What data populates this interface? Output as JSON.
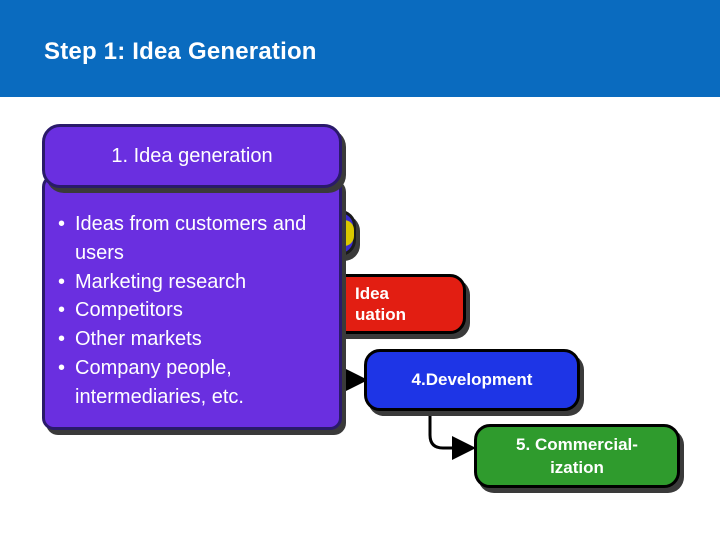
{
  "header": {
    "title": "Step 1:  Idea Generation"
  },
  "stages": [
    {
      "label": "1. Idea generation"
    },
    {
      "label": ""
    },
    {
      "label_lines": [
        "Idea",
        "uation"
      ]
    },
    {
      "label": "4.Development"
    },
    {
      "label_lines": [
        "5. Commercial-",
        "ization"
      ]
    }
  ],
  "idea_sources": [
    "Ideas from customers and users",
    "Marketing research",
    "Competitors",
    "Other markets",
    "Company people, intermediaries, etc."
  ],
  "colors": {
    "header": "#0a6bbf",
    "stage1": "#6a2fe0",
    "stage2": "#3a2bd0",
    "stage3": "#e21e12",
    "stage4": "#1e35e6",
    "stage5": "#2f9b2d"
  }
}
